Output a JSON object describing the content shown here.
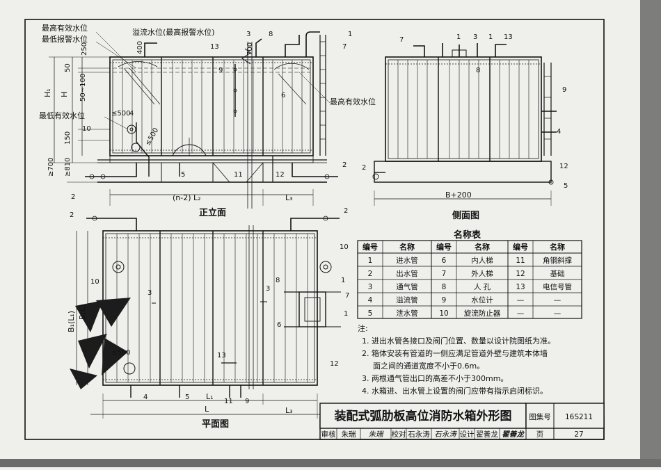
{
  "labels": {
    "max_level_1": "最高有效水位",
    "min_alarm_level": "最低报警水位",
    "overflow_level": "溢流水位(最高报警水位)",
    "max_level_2": "最高有效水位",
    "min_level": "最低有效水位",
    "dim_250": "250",
    "dim_400": "400",
    "dim_700_top": "700",
    "dim_50": "50",
    "dim_50_100": "50~100",
    "dim_h1": "H₁",
    "dim_h": "H",
    "dim_lt500_a": "≤500",
    "dim_lt500_b": "≤500",
    "dim_150": "150",
    "dim_ge810": "≥810",
    "dim_ge700": "≥700",
    "dim_n2l2": "(n-2) L₂",
    "dim_l3_front": "L₃",
    "dim_b200": "B+200",
    "dim_b1": "B₁(L₁)",
    "dim_b": "B(L)",
    "dim_lt500_plan": "≤500",
    "dim_l1": "L₁",
    "dim_l": "L",
    "dim_l3_plan": "L₃"
  },
  "callouts": {
    "c1a": "1",
    "c7a": "7",
    "c3a": "3",
    "c8a": "8",
    "c13a": "13",
    "c9a": "9",
    "c6a": "6",
    "c4a": "4",
    "c10a": "10",
    "c5a": "5",
    "c11a": "11",
    "c12a": "12",
    "c2a": "2",
    "c2b": "2",
    "s7": "7",
    "s1a": "1",
    "s3": "3",
    "s1b": "1",
    "s13": "13",
    "s8": "8",
    "s9": "9",
    "s4": "4",
    "s12": "12",
    "s2": "2",
    "s5": "5",
    "p2a": "2",
    "p2b": "2",
    "p10a": "10",
    "p10b": "10",
    "p3a": "3",
    "p3b": "3",
    "p8": "8",
    "p1a": "1",
    "p7": "7",
    "p6": "6",
    "p1b": "1",
    "p13": "13",
    "p12": "12",
    "p4": "4",
    "p5": "5",
    "p11": "11",
    "p9": "9"
  },
  "views": {
    "front": "正立面",
    "side": "侧面图",
    "plan": "平面图"
  },
  "legend": {
    "title": "名称表",
    "headers": [
      "编号",
      "名称",
      "编号",
      "名称",
      "编号",
      "名称"
    ],
    "rows": [
      [
        "1",
        "进水管",
        "6",
        "内人梯",
        "11",
        "角钢斜撑"
      ],
      [
        "2",
        "出水管",
        "7",
        "外人梯",
        "12",
        "基础"
      ],
      [
        "3",
        "通气管",
        "8",
        "人 孔",
        "13",
        "电信号管"
      ],
      [
        "4",
        "溢流管",
        "9",
        "水位计",
        "—",
        "—"
      ],
      [
        "5",
        "泄水管",
        "10",
        "旋流防止器",
        "—",
        "—"
      ]
    ]
  },
  "notes": {
    "title": "注:",
    "items": [
      "1. 进出水管各接口及阀门位置、数量以设计院图纸为准。",
      "2. 箱体安装有管道的一侧应满足管道外壁与建筑本体墙",
      "面之间的通道宽度不小于0.6m。",
      "3. 两根通气管出口的高差不小于300mm。",
      "4. 水箱进、出水管上设置的阀门应带有指示启闭标识。"
    ]
  },
  "titleblock": {
    "title": "装配式弧肋板高位消防水箱外形图",
    "atlas_label": "图集号",
    "atlas_no": "16S211",
    "review_label": "审核",
    "reviewer": "朱瑞",
    "reviewer_sig": "朱瑞",
    "check_label": "校对",
    "checker": "石永涛",
    "checker_sig": "石永涛",
    "design_label": "设计",
    "designer": "翟善龙",
    "designer_sig": "翟善龙",
    "page_label": "页",
    "page_no": "27"
  }
}
